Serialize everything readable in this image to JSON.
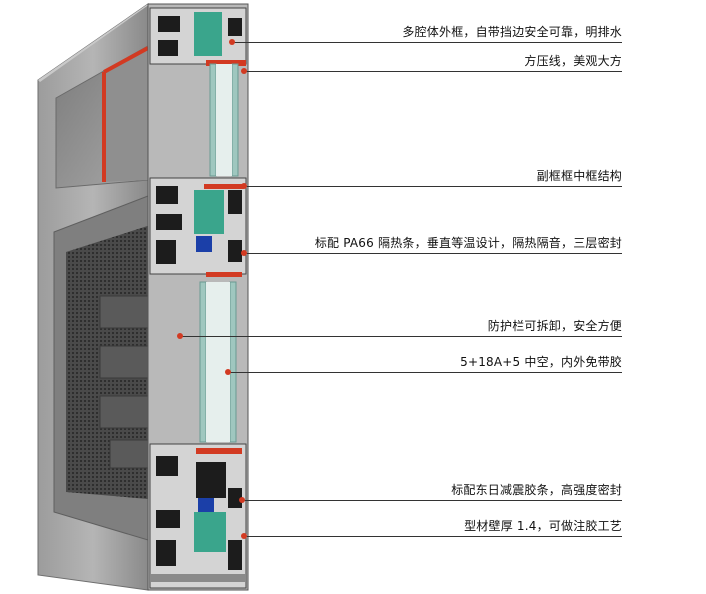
{
  "callouts": [
    {
      "text": "多腔体外框，自带挡边安全可靠，明排水"
    },
    {
      "text": "方压线，美观大方"
    },
    {
      "text": "副框框中框结构"
    },
    {
      "text": "标配 PA66 隔热条，垂直等温设计，隔热隔音，三层密封"
    },
    {
      "text": "防护栏可拆卸，安全方便"
    },
    {
      "text": "5+18A+5 中空，内外免带胶"
    },
    {
      "text": "标配东日减震胶条，高强度密封"
    },
    {
      "text": "型材壁厚 1.4，可做注胶工艺"
    }
  ],
  "colors": {
    "frame": "#a9a9a9",
    "frame_dark": "#7d7d7d",
    "accent": "#d23a22",
    "thermal_break": "#3aa58c",
    "glass": "#9fc7bf",
    "mesh": "#3c3c3c"
  }
}
